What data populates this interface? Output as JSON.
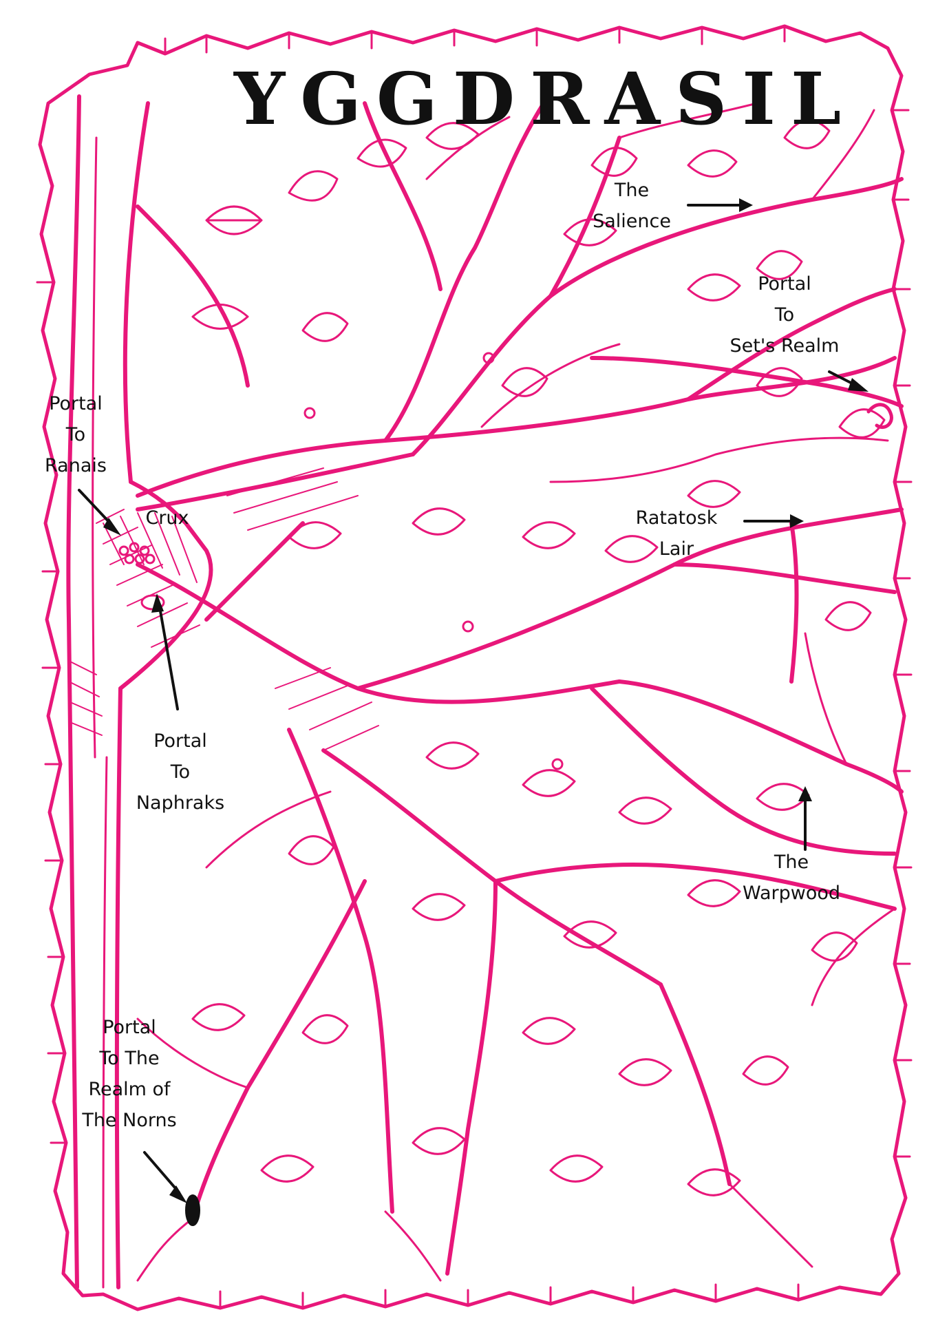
{
  "map": {
    "title": "YGGDRASIL",
    "colors": {
      "ink": "#e8177a",
      "label": "#111111",
      "background": "#ffffff"
    },
    "locations": [
      {
        "id": "salience",
        "lines": [
          "The",
          "Salience"
        ]
      },
      {
        "id": "sets-realm",
        "lines": [
          "Portal",
          "To",
          "Set's Realm"
        ]
      },
      {
        "id": "ranais",
        "lines": [
          "Portal",
          "To",
          "Ranais"
        ]
      },
      {
        "id": "crux",
        "lines": [
          "Crux"
        ]
      },
      {
        "id": "ratatosk",
        "lines": [
          "Ratatosk",
          "Lair"
        ]
      },
      {
        "id": "naphraks",
        "lines": [
          "Portal",
          "To",
          "Naphraks"
        ]
      },
      {
        "id": "warpwood",
        "lines": [
          "The",
          "Warpwood"
        ]
      },
      {
        "id": "norns",
        "lines": [
          "Portal",
          "To The",
          "Realm of",
          "The Norns"
        ]
      }
    ]
  }
}
